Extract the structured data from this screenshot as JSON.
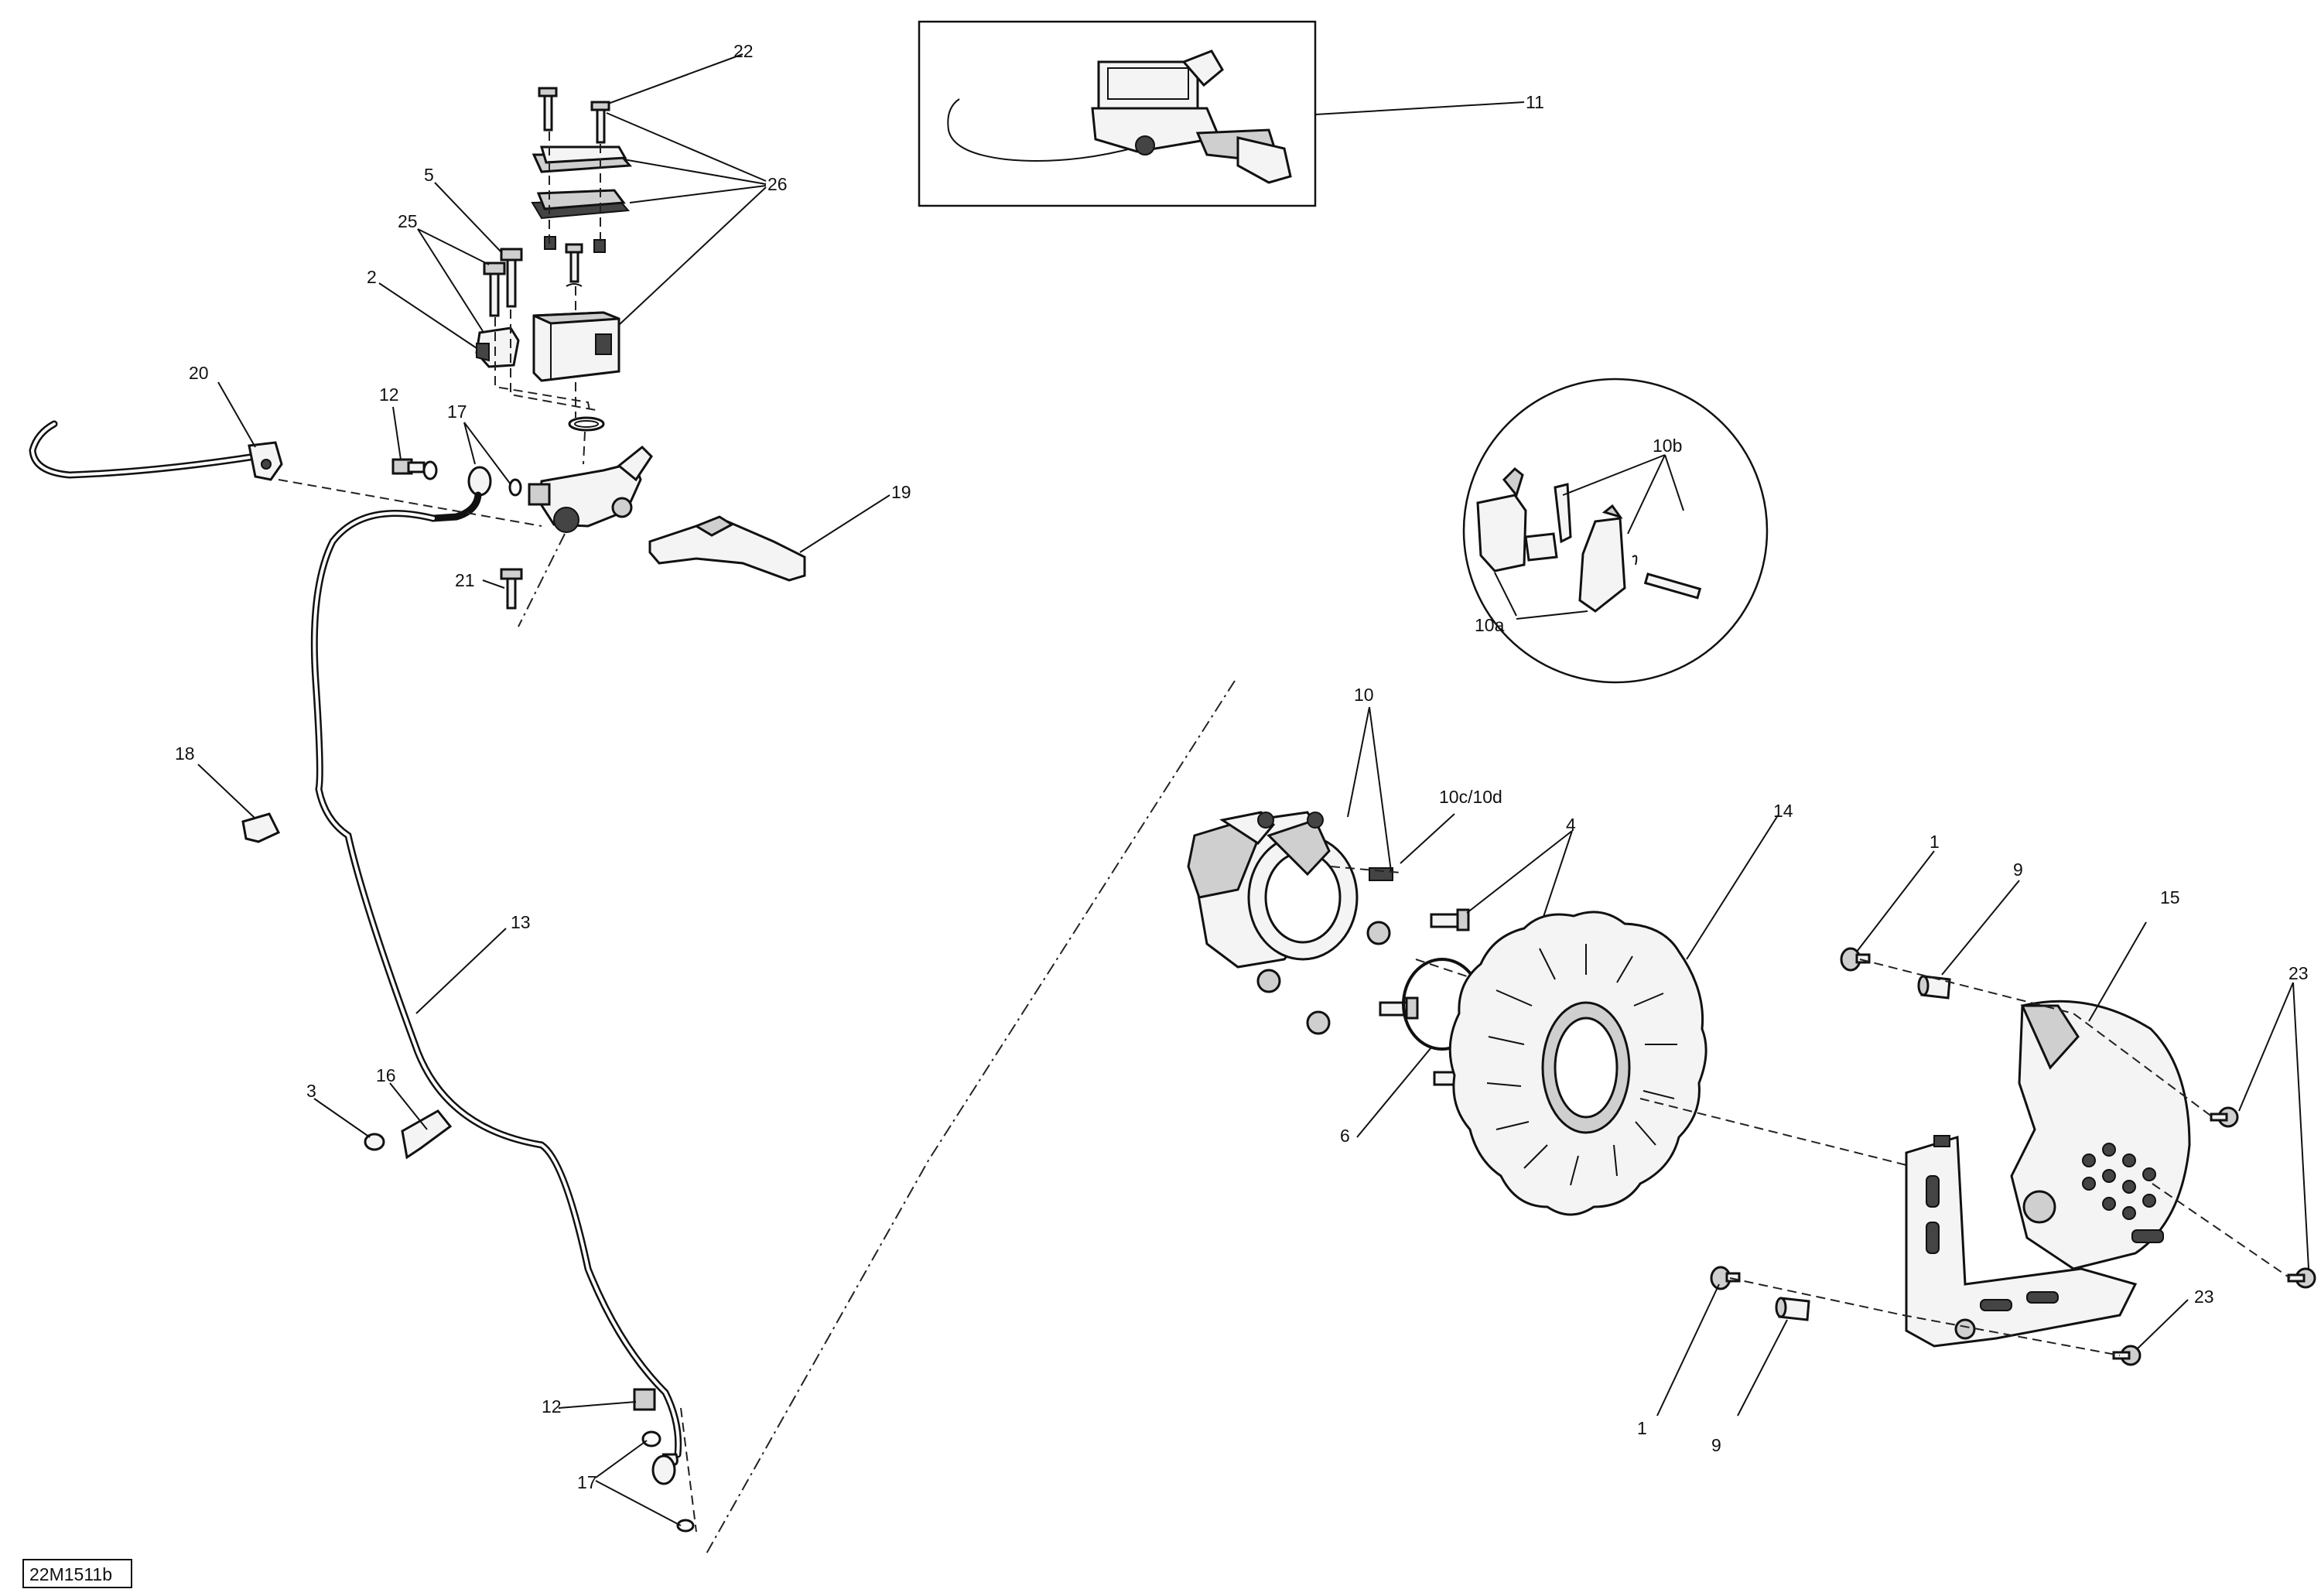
{
  "diagram_code": "22M1511b",
  "callouts": {
    "n1a": "1",
    "n1b": "1",
    "n2": "2",
    "n3": "3",
    "n4": "4",
    "n5": "5",
    "n6": "6",
    "n9a": "9",
    "n9b": "9",
    "n10": "10",
    "n10a": "10a",
    "n10b": "10b",
    "n10cd": "10c/10d",
    "n11": "11",
    "n12a": "12",
    "n12b": "12",
    "n13": "13",
    "n14": "14",
    "n15": "15",
    "n16": "16",
    "n17a": "17",
    "n17b": "17",
    "n18": "18",
    "n19": "19",
    "n20": "20",
    "n21": "21",
    "n22": "22",
    "n23a": "23",
    "n23b": "23",
    "n25": "25",
    "n26": "26"
  }
}
